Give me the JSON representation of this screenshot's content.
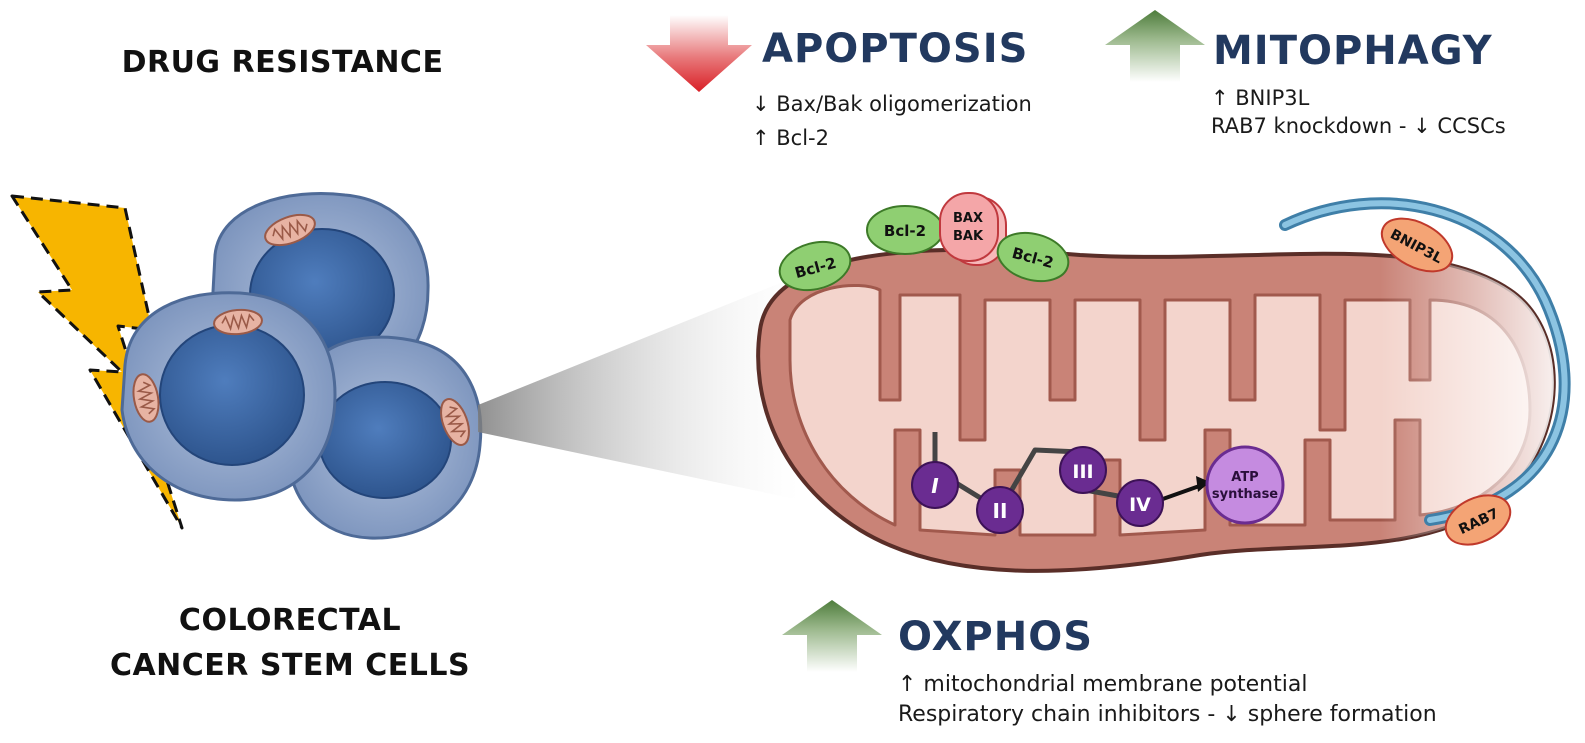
{
  "left": {
    "drug_resistance": "DRUG RESISTANCE",
    "cells_line1": "COLORECTAL",
    "cells_line2": "CANCER STEM CELLS"
  },
  "apoptosis": {
    "title": "APOPTOSIS",
    "line1": "↓ Bax/Bak oligomerization",
    "line2": "↑ Bcl-2"
  },
  "mitophagy": {
    "title": "MITOPHAGY",
    "line1": "↑ BNIP3L",
    "line2": "RAB7 knockdown - ↓ CCSCs"
  },
  "oxphos": {
    "title": "OXPHOS",
    "line1": "↑ mitochondrial membrane potential",
    "line2": "Respiratory chain inhibitors - ↓ sphere formation"
  },
  "proteins": {
    "bcl2": "Bcl-2",
    "bax": "BAX",
    "bak": "BAK",
    "bnip3l": "BNIP3L",
    "rab7": "RAB7"
  },
  "complexes": {
    "c1": "I",
    "c2": "II",
    "c3": "III",
    "c4": "IV",
    "atp1": "ATP",
    "atp2": "synthase"
  },
  "colors": {
    "down_arrow": "#e03a3e",
    "up_arrow": "#5e8a4a",
    "title": "#22395f",
    "bcl2": "#8fcf72",
    "bax": "#f4a6a8",
    "nucleus": "#3e6aa8",
    "cell": "#8aa3c9",
    "mito_outer": "#c98377",
    "mito_inner": "#f3d4cc",
    "complex": "#6a2c91",
    "atp": "#c58be0",
    "bolt": "#f7b500",
    "phagophore": "#5b9fc8",
    "bnip3l": "#f4a475"
  }
}
